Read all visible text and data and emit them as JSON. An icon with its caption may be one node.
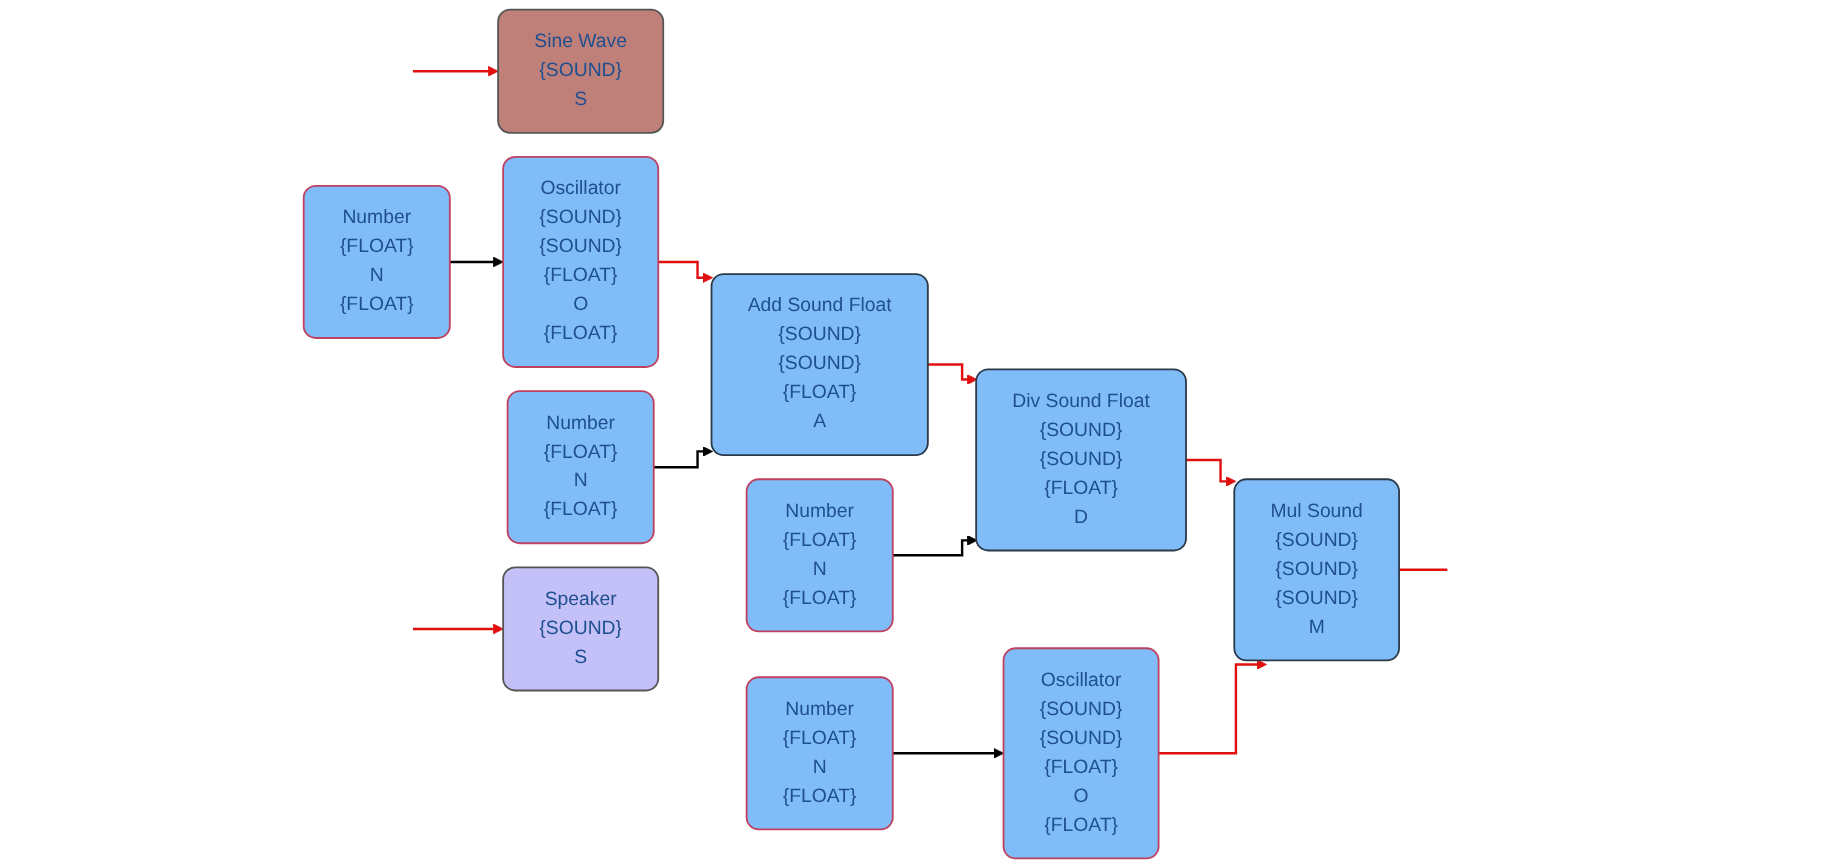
{
  "diagram": {
    "nodes": [
      {
        "text": [
          "Number",
          "{FLOAT}",
          "N",
          "{FLOAT}"
        ]
      },
      {
        "text": [
          "Sine Wave",
          "{SOUND}",
          "S"
        ]
      },
      {
        "text": [
          "Oscillator",
          "{SOUND}",
          "{SOUND}",
          "{FLOAT}",
          "O",
          "{FLOAT}"
        ]
      },
      {
        "text": [
          "Add Sound Float",
          "{SOUND}",
          "{SOUND}",
          "{FLOAT}",
          "A"
        ]
      },
      {
        "text": [
          "Div Sound Float",
          "{SOUND}",
          "{SOUND}",
          "{FLOAT}",
          "D"
        ]
      },
      {
        "text": [
          "Mul Sound",
          "{SOUND}",
          "{SOUND}",
          "{SOUND}",
          "M"
        ]
      },
      {
        "text": [
          "Number",
          "{FLOAT}",
          "N",
          "{FLOAT}"
        ]
      },
      {
        "text": [
          "Number",
          "{FLOAT}",
          "N",
          "{FLOAT}"
        ]
      },
      {
        "text": [
          "Oscillator",
          "{SOUND}",
          "{SOUND}",
          "{FLOAT}",
          "O",
          "{FLOAT}"
        ]
      },
      {
        "text": [
          "Number",
          "{FLOAT}",
          "N",
          "{FLOAT}"
        ]
      },
      {
        "text": [
          "Speaker",
          "{SOUND}",
          "S"
        ]
      }
    ],
    "edges": [
      {
        "from": 0,
        "to": 2,
        "arrow": "to",
        "color": "#000000"
      },
      {
        "from": 2,
        "to": 3,
        "arrow": "to"
      },
      {
        "from": 6,
        "to": 3,
        "arrow": "to",
        "color": "#000000"
      },
      {
        "from": 3,
        "to": 4,
        "arrow": "to"
      },
      {
        "from": 7,
        "to": 4,
        "arrow": "to",
        "color": "#000000"
      },
      {
        "from": 9,
        "to": 8,
        "arrow": "to",
        "color": "#000000"
      },
      {
        "from": 4,
        "to": 5,
        "arrow": "to"
      },
      {
        "from": 8,
        "to": 5,
        "arrow": "to"
      },
      {
        "from": null,
        "to": 1,
        "arrow": "to"
      },
      {
        "from": 5,
        "to": null,
        "arrow": "none"
      },
      {
        "from": null,
        "to": 10,
        "arrow": "to"
      }
    ]
  }
}
